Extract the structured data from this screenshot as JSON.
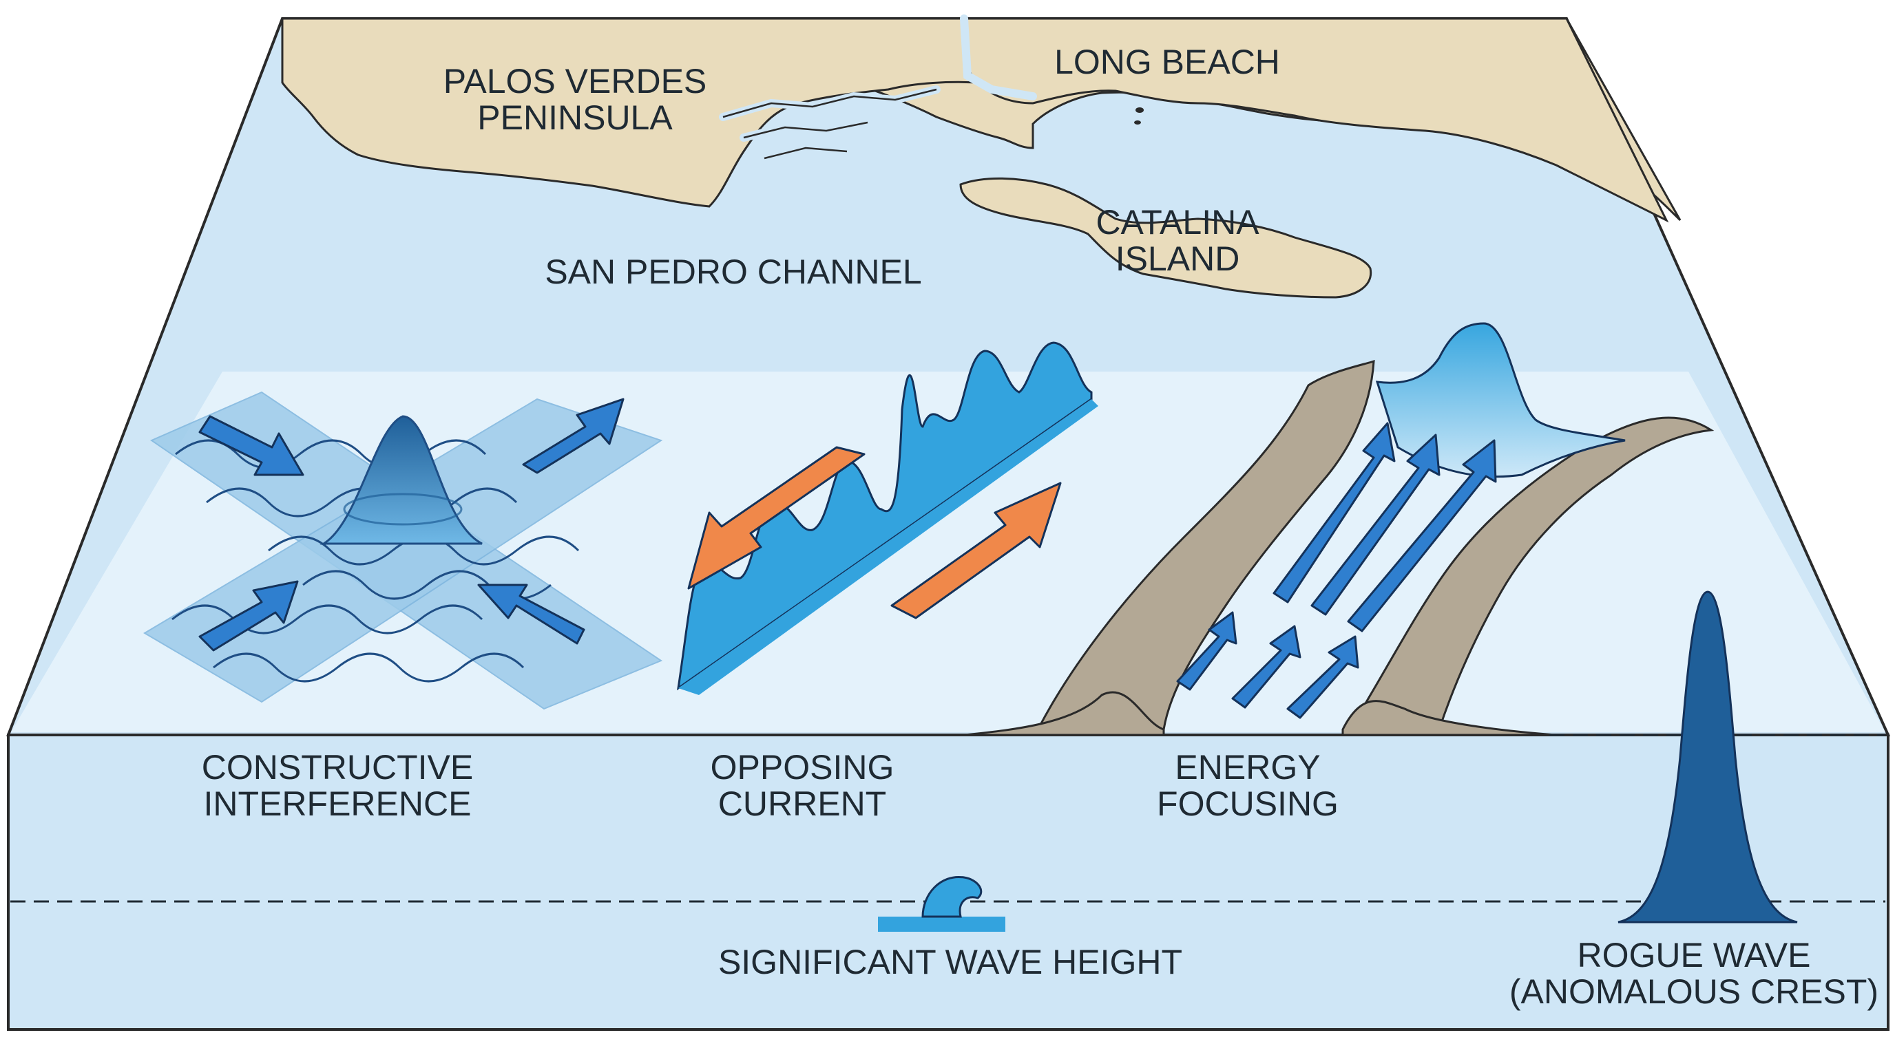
{
  "map": {
    "palos_verdes_line1": "PALOS VERDES",
    "palos_verdes_line2": "PENINSULA",
    "long_beach": "LONG BEACH",
    "catalina_line1": "CATALINA",
    "catalina_line2": "ISLAND",
    "channel": "SAN PEDRO CHANNEL"
  },
  "mechanisms": {
    "constructive_line1": "CONSTRUCTIVE",
    "constructive_line2": "INTERFERENCE",
    "opposing_line1": "OPPOSING",
    "opposing_line2": "CURRENT",
    "focusing_line1": "ENERGY",
    "focusing_line2": "FOCUSING"
  },
  "reference": {
    "significant_wave_height": "SIGNIFICANT WAVE HEIGHT",
    "rogue_line1": "ROGUE WAVE",
    "rogue_line2": "(ANOMALOUS CREST)"
  },
  "colors": {
    "land": "#e9dcbc",
    "water": "#cfe6f6",
    "wave_blue": "#33a3de",
    "arrow_blue": "#2f7fcf",
    "arrow_orange": "#f0884a",
    "rogue_navy": "#1f5f99",
    "seabed": "#b3a895"
  }
}
